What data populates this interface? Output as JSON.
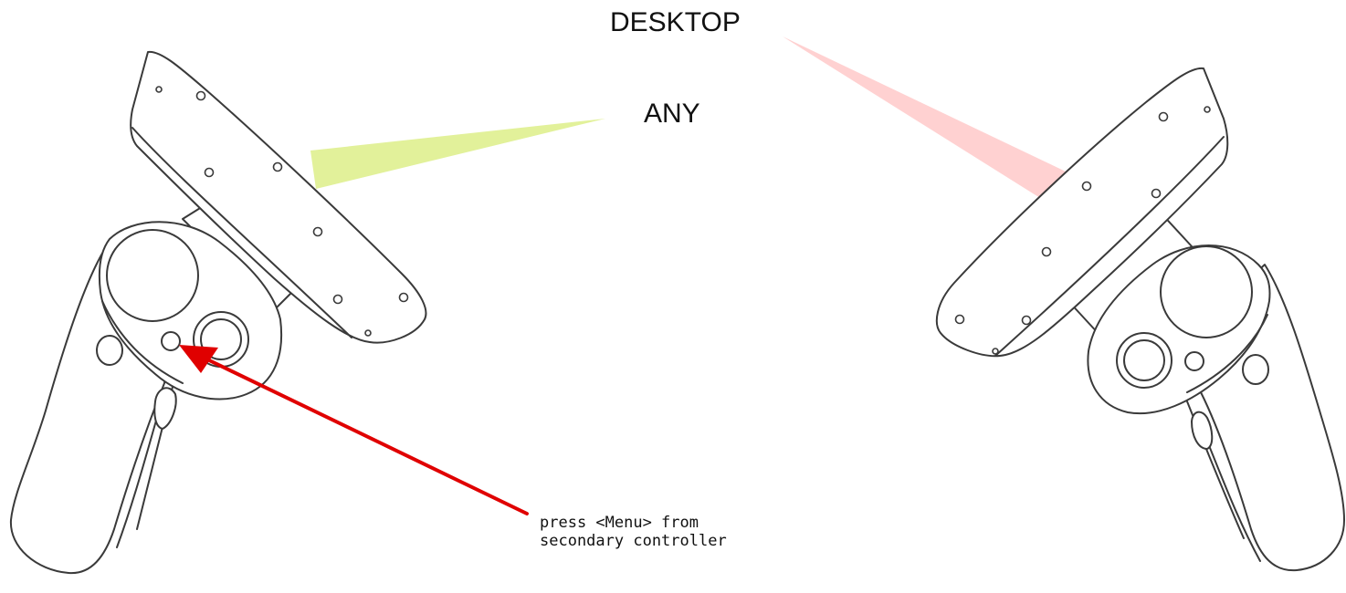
{
  "labels": {
    "desktop": "DESKTOP",
    "any": "ANY",
    "note": "press <Menu> from\nsecondary controller"
  },
  "colors": {
    "desktop_beam": "#ffc9c9",
    "any_beam": "#dff08f",
    "arrow": "#e00000",
    "outline": "#3a3a3a"
  },
  "icons": {
    "left_controller": "vr-motion-controller-left-icon",
    "right_controller": "vr-motion-controller-right-icon",
    "pointer_arrow": "arrow-icon"
  }
}
